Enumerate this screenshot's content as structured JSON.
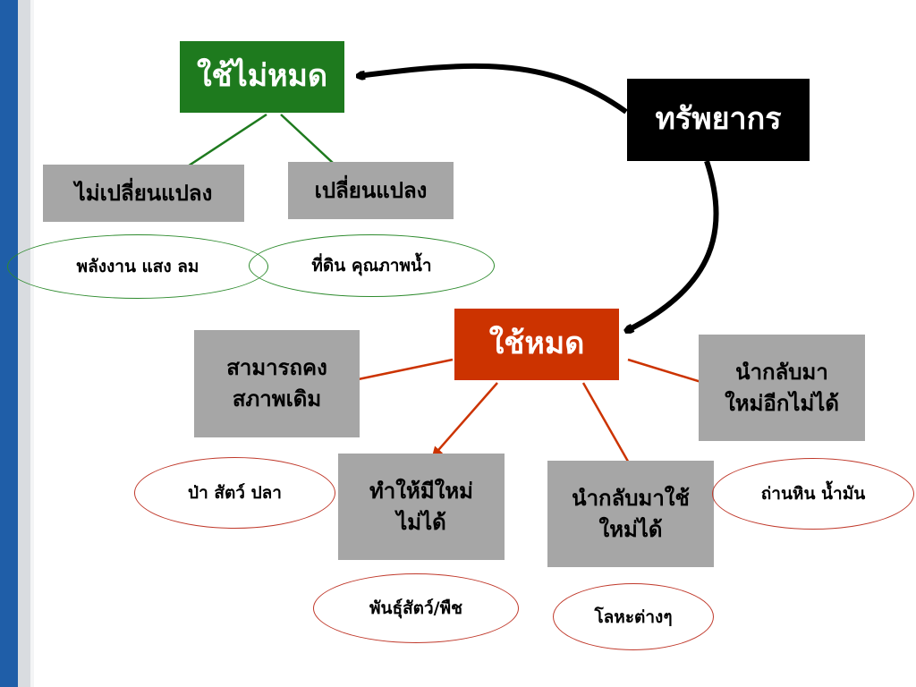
{
  "colors": {
    "renewable": "#1e7a1e",
    "nonrenewable": "#cc3300",
    "resource": "#000000",
    "category": "#a6a6a6",
    "sidebar": "#1f5ea8"
  },
  "diagram": {
    "resource": "ทรัพยากร",
    "renewable": {
      "title": "ใช้ไม่หมด",
      "unchanging": "ไม่เปลี่ยนแปลง",
      "changing": "เปลี่ยนแปลง",
      "unchanging_example": "พลังงาน แสง ลม",
      "changing_example": "ที่ดิน คุณภาพน้ำ"
    },
    "nonrenewable": {
      "title": "ใช้หมด",
      "maintainable_line1": "สามารถคง",
      "maintainable_line2": "สภาพเดิม",
      "irreplaceable_line1": "ทำให้มีใหม่",
      "irreplaceable_line2": "ไม่ได้",
      "recyclable_line1": "นำกลับมาใช้",
      "recyclable_line2": "ใหม่ได้",
      "nonrecyclable_line1": "นำกลับมา",
      "nonrecyclable_line2": "ใหม่อีกไม่ได้",
      "maintainable_example": "ป่า สัตว์ ปลา",
      "irreplaceable_example": "พันธุ์สัตว์/พืช",
      "recyclable_example": "โลหะต่างๆ",
      "nonrecyclable_example": "ถ่านหิน น้ำมัน"
    }
  }
}
